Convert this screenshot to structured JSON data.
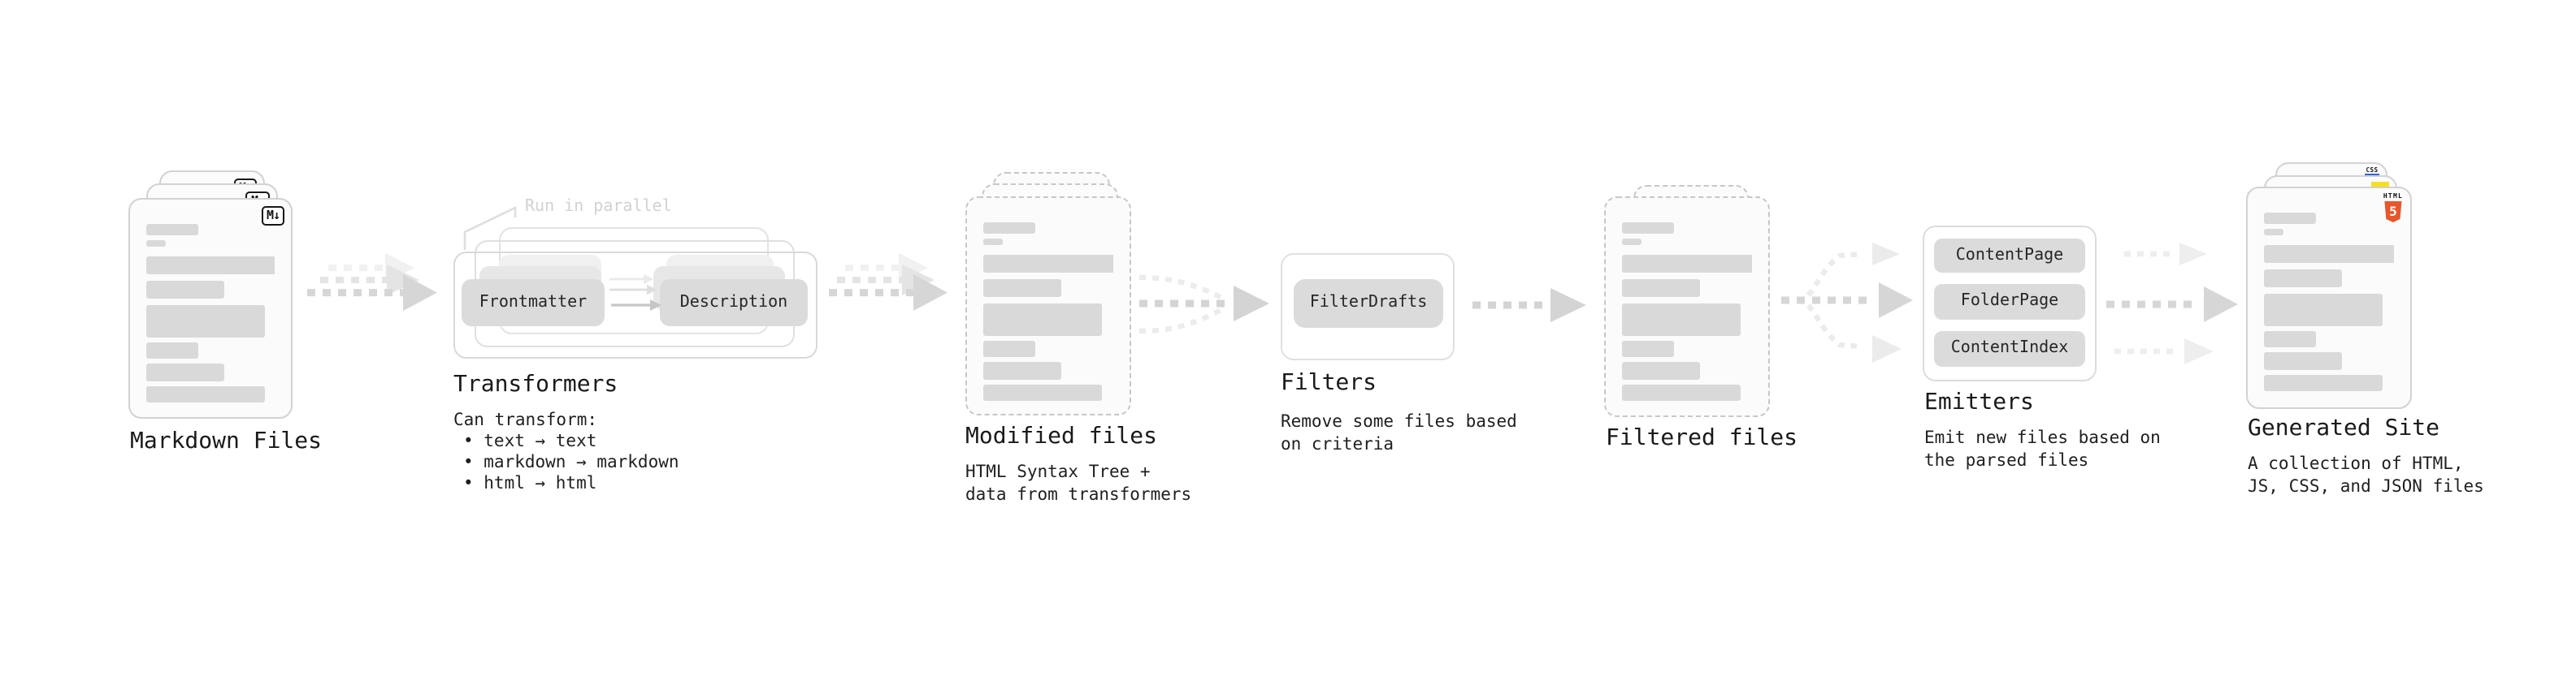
{
  "stages": {
    "markdown": {
      "label": "Markdown Files",
      "badge": "M↓"
    },
    "transformers": {
      "label": "Transformers",
      "parallel_note": "Run in parallel",
      "chips": [
        "Frontmatter",
        "Description"
      ],
      "note_title": "Can transform:",
      "bullets": [
        "• text → text",
        "• markdown → markdown",
        "• html → html"
      ]
    },
    "modified": {
      "label": "Modified files",
      "description": "HTML Syntax Tree +\ndata from transformers"
    },
    "filters": {
      "label": "Filters",
      "chip": "FilterDrafts",
      "description": "Remove some files based\non criteria"
    },
    "filtered": {
      "label": "Filtered files"
    },
    "emitters": {
      "label": "Emitters",
      "chips": [
        "ContentPage",
        "FolderPage",
        "ContentIndex"
      ],
      "description": "Emit new files based on\nthe parsed files"
    },
    "generated": {
      "label": "Generated Site",
      "description": "A collection of HTML,\nJS, CSS, and JSON files",
      "html5_badge_word": "HTML",
      "html5_badge_number": "5",
      "css_badge_word": "CSS"
    }
  },
  "colors": {
    "html5_orange": "#e8562b",
    "js_yellow": "#f7df1e",
    "css_blue": "#2b63f0",
    "arrow_gray": "#d6d6d6",
    "arrow_light": "#ececec",
    "card_border": "#d2d2d2",
    "skeleton_gray": "#d9d9d9"
  }
}
